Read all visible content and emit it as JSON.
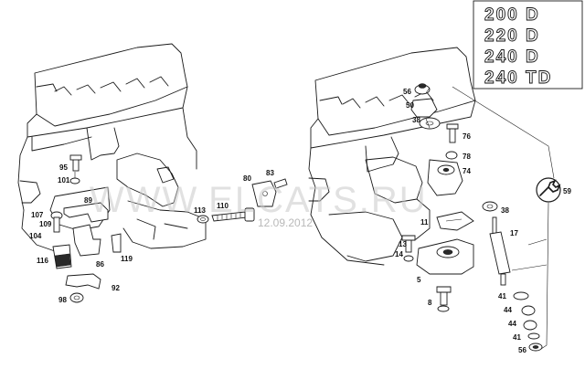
{
  "variants": [
    "200 D",
    "220 D",
    "240 D",
    "240 TD"
  ],
  "watermark": {
    "text": "WWW.ELCATS.RU",
    "date": "12.09.2012"
  },
  "labels": {
    "p95": "95",
    "p101": "101",
    "p107": "107",
    "p109": "109",
    "p104": "104",
    "p116": "116",
    "p89": "89",
    "p86": "86",
    "p119": "119",
    "p98": "98",
    "p92": "92",
    "p113": "113",
    "p110": "110",
    "p80": "80",
    "p83": "83",
    "p56a": "56",
    "p50": "50",
    "p38a": "38",
    "p76": "76",
    "p78": "78",
    "p74": "74",
    "p59": "59",
    "p38b": "38",
    "p11": "11",
    "p17": "17",
    "p14": "14",
    "p13": "13",
    "p5": "5",
    "p8": "8",
    "p41a": "41",
    "p44a": "44",
    "p44b": "44",
    "p41b": "41",
    "p56b": "56"
  }
}
